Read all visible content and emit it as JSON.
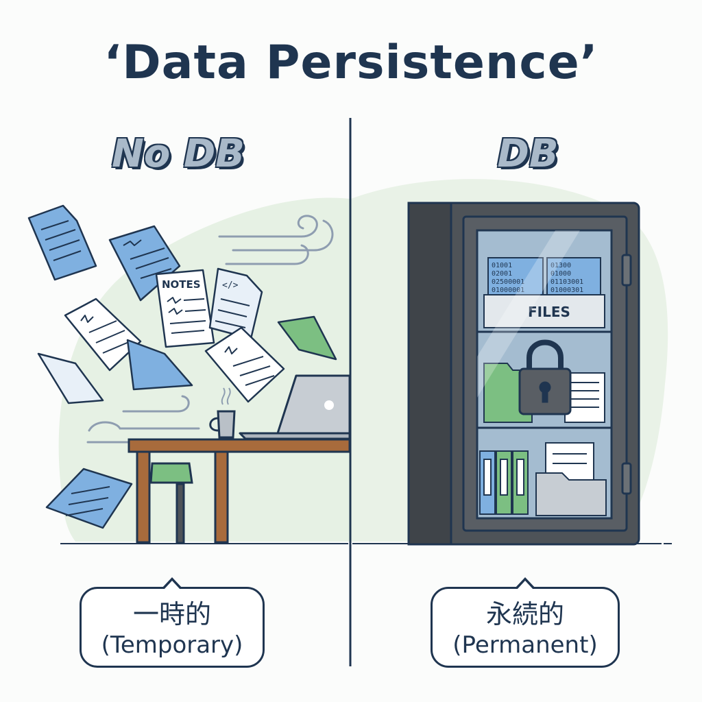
{
  "title": "‘Data Persistence’",
  "left": {
    "heading": "No DB",
    "notes_label": "NOTES",
    "code_label": "</>",
    "caption_jp": "一時的",
    "caption_en": "(Temporary)"
  },
  "right": {
    "heading": "DB",
    "files_label": "FILES",
    "binary_left": [
      "01001",
      "02001",
      "02500001",
      "01000001"
    ],
    "binary_right": [
      "01300",
      "01000",
      "01103001",
      "01000301"
    ],
    "caption_jp": "永続的",
    "caption_en": "(Permanent)"
  },
  "icons": [
    "flying-paper-icon",
    "laptop-icon",
    "coffee-mug-icon",
    "desk-icon",
    "chair-icon",
    "wind-icon",
    "safe-icon",
    "padlock-icon",
    "binder-icon",
    "folder-icon"
  ],
  "colors": {
    "navy": "#1f3550",
    "paper_blue": "#7fb0e0",
    "paper_white": "#ffffff",
    "mint_bg": "#e6f1e4",
    "green_accent": "#7cbf82",
    "wood": "#a86b3c",
    "safe_gray": "#4e5358"
  }
}
